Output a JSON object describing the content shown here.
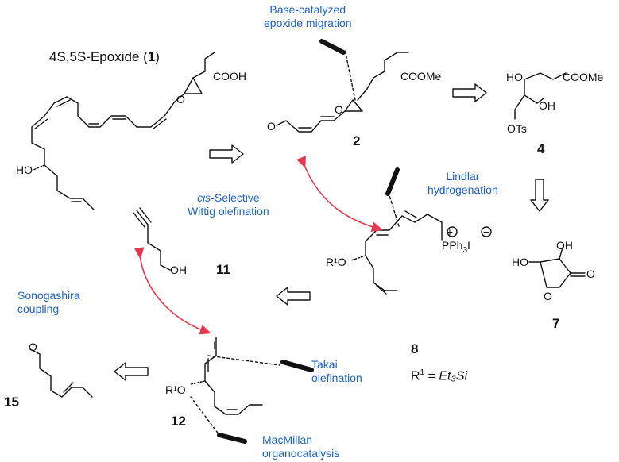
{
  "title": {
    "prefix": "4S,5S-Epoxide (",
    "compound": "1",
    "suffix": ")"
  },
  "compounds": {
    "c2": "2",
    "c4": "4",
    "c7": "7",
    "c8": "8",
    "c11": "11",
    "c12": "12",
    "c15": "15"
  },
  "annotations": {
    "epoxide_migration": [
      "Base-catalyzed",
      "epoxide migration"
    ],
    "lindlar": [
      "Lindlar",
      "hydrogenation"
    ],
    "wittig": [
      "cis-Selective",
      "Wittig olefination"
    ],
    "sonogashira": [
      "Sonogashira",
      "coupling"
    ],
    "takai": [
      "Takai",
      "olefination"
    ],
    "macmillan": [
      "MacMillan",
      "organocatalysis"
    ]
  },
  "atoms": {
    "cooh": "COOH",
    "ho": "HO",
    "o": "O",
    "coome": "COOMe",
    "oh": "OH",
    "ots": "OTs",
    "pph3": "PPh",
    "i": "I",
    "r1o": "R¹O",
    "r1": "R",
    "r1_sup": "1",
    "o_label": "O",
    "i_label": "I"
  },
  "r1_definition": {
    "label": "R",
    "sup": "1",
    "equals": " = ",
    "value": "Et₃Si"
  },
  "colors": {
    "annotation": "#1f63c8",
    "curved_arrow": "#e5394f",
    "bond": "#111111"
  }
}
